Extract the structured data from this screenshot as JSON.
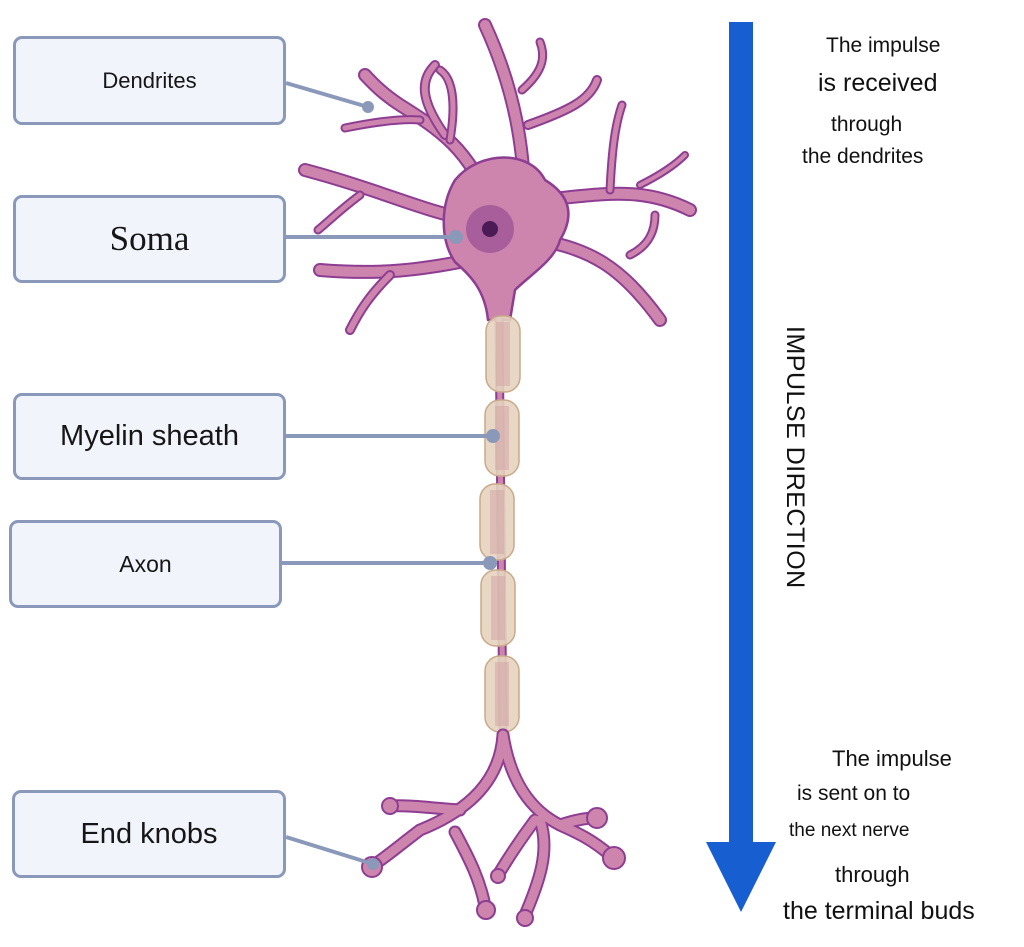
{
  "labels": {
    "dendrites": "Dendrites",
    "soma": "Soma",
    "myelin_sheath": "Myelin sheath",
    "axon": "Axon",
    "end_knobs": "End knobs"
  },
  "arrow": {
    "label": "IMPULSE DIRECTION",
    "color": "#175ed1",
    "direction": "down"
  },
  "top_note": {
    "lines": [
      "The impulse",
      "is received",
      "through",
      "the dendrites"
    ]
  },
  "bottom_note": {
    "lines": [
      "The impulse",
      "is sent on to",
      "the next nerve",
      "through",
      "the terminal buds"
    ]
  },
  "colors": {
    "neuron_fill": "#cd84ad",
    "neuron_outline": "#8e3e92",
    "nucleus": "#a95e9c",
    "nucleolus": "#4a1b55",
    "myelin_fill": "#e6d3bf",
    "connector": "#8a98b9",
    "box_fill": "#f1f5fb"
  }
}
